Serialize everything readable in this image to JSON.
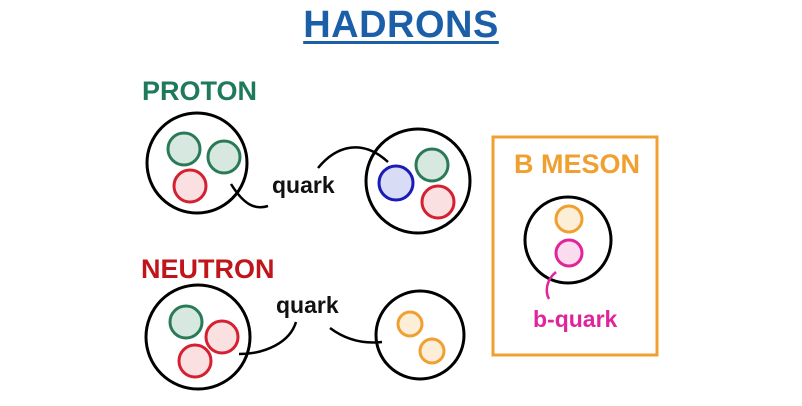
{
  "title": "HADRONS",
  "proton": {
    "label": "PROTON",
    "quark_label": "quark"
  },
  "neutron": {
    "label": "NEUTRON",
    "quark_label": "quark"
  },
  "b_meson": {
    "label": "B MESON",
    "quark_label": "b-quark"
  },
  "colors": {
    "title": "#1a5fa8",
    "proton": "#1e7a5a",
    "neutron": "#c0151b",
    "b_meson": "#f0a030",
    "green": "#2a7a58",
    "green_fill": "#d6e8df",
    "red": "#d42030",
    "red_fill": "#fbe0e2",
    "blue": "#1a1ab8",
    "blue_fill": "#d8dcf4",
    "orange": "#f0a030",
    "orange_fill": "#fdeed8",
    "magenta": "#e0259a",
    "magenta_fill": "#fbdcef"
  }
}
